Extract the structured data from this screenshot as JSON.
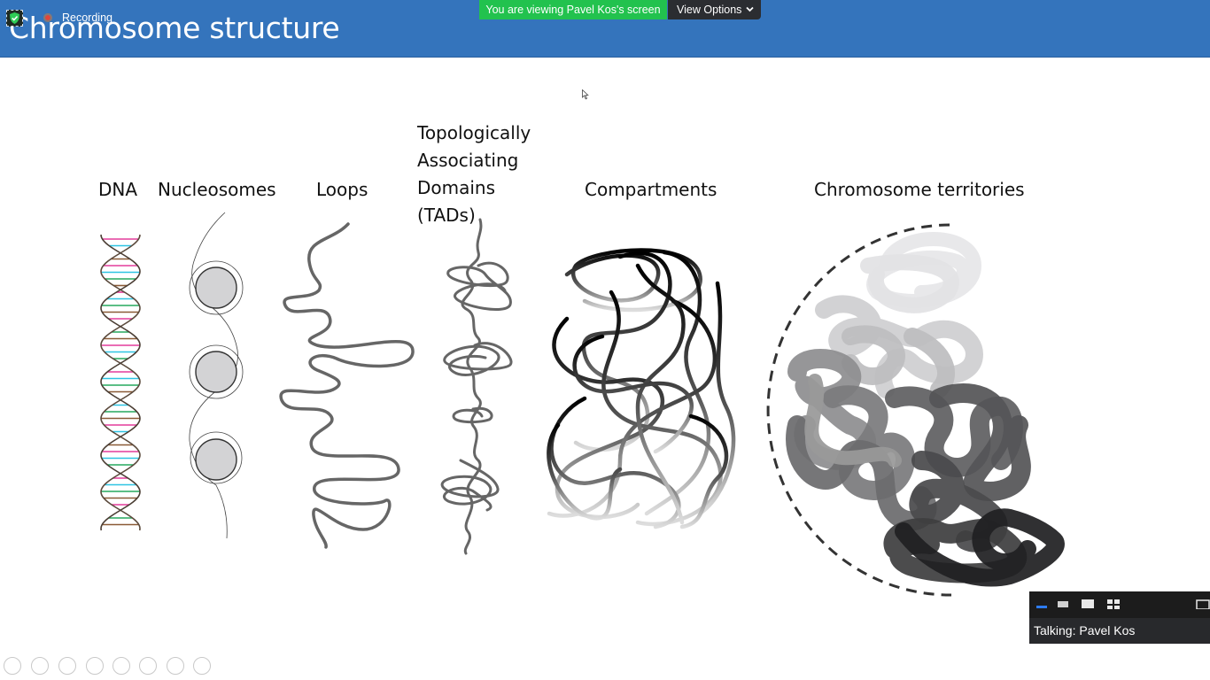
{
  "slide": {
    "title": "Chromosome structure",
    "labels": {
      "dna": "DNA",
      "nucleosomes": "Nucleosomes",
      "loops": "Loops",
      "tads": "Topologically\nAssociating\nDomains\n(TADs)",
      "compartments": "Compartments",
      "territories": "Chromosome territories"
    }
  },
  "meeting": {
    "recording_label": "Recording",
    "viewing_banner": "You are viewing Pavel Kos's screen",
    "view_options_label": "View Options",
    "talking_status": "Talking: Pavel Kos"
  },
  "colors": {
    "title_bar": "#3474bc",
    "banner_green": "#22c24e",
    "view_options_bg": "#2b2d31",
    "toolbar_bg": "#1c1c1c",
    "talking_bg": "#28292c",
    "recording_dot": "#e0463c",
    "dna_rungs": [
      "#e43d9b",
      "#2ec4e3",
      "#27a85f",
      "#8a5a36"
    ]
  },
  "icons": {
    "security": "shield-icon",
    "recording": "record-dot-icon",
    "dropdown": "chevron-down-icon",
    "pointer": "cursor-icon",
    "layouts": [
      "speaker-view-icon",
      "strip-view-icon",
      "side-view-icon",
      "gallery-view-icon",
      "window-icon"
    ],
    "slide_controls": [
      "prev-slide-icon",
      "next-slide-icon",
      "pen-icon",
      "slides-grid-icon",
      "zoom-icon",
      "subtitles-icon",
      "pointer-tool-icon",
      "more-icon"
    ]
  }
}
